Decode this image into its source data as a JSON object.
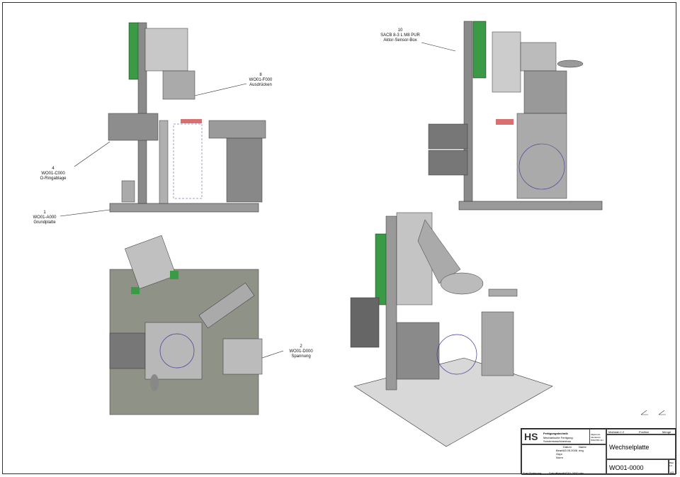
{
  "callouts": [
    {
      "num": "8",
      "part": "WO01-F000",
      "name": "Ausdrücken"
    },
    {
      "num": "4",
      "part": "WO01-C000",
      "name": "O-Ringablage"
    },
    {
      "num": "1",
      "part": "WO01-A000",
      "name": "Grundplatte"
    },
    {
      "num": "10",
      "part": "SACB 8-3 L M8 PUR",
      "name": "Aktor-Sensor-Box"
    },
    {
      "num": "2",
      "part": "WO01-D000",
      "name": "Spannung"
    }
  ],
  "title_block": {
    "company": "Fertigungstechnik",
    "company_line2": "Mechanische Fertigung",
    "company_line3": "Sondermaschinenbau",
    "tolerance": "Allgemein-toleranzen ISO2768-mH",
    "scale": "Maßstab 1:2",
    "position": "Position",
    "quantity": "Menge",
    "date_h": "Datum",
    "name_h": "Name",
    "drawn": "Bearb.",
    "drawn_date": "13.05.2008",
    "drawn_name": "eng",
    "checked": "Gepr.",
    "norm": "Norm",
    "title": "Wechselplatte",
    "drawing_no": "WO01-0000",
    "sheet": "Blatt 1/1",
    "format": "A3",
    "rev": "Zust.",
    "change": "Änderung",
    "rev_date": "Datum",
    "rev_name": "Name",
    "file": "WO01-0000.idw"
  },
  "colors": {
    "green": "#3a9a45",
    "metal": "#9a9a9a",
    "dark": "#555555",
    "red": "#d87070",
    "blue": "#3a3a9a"
  }
}
